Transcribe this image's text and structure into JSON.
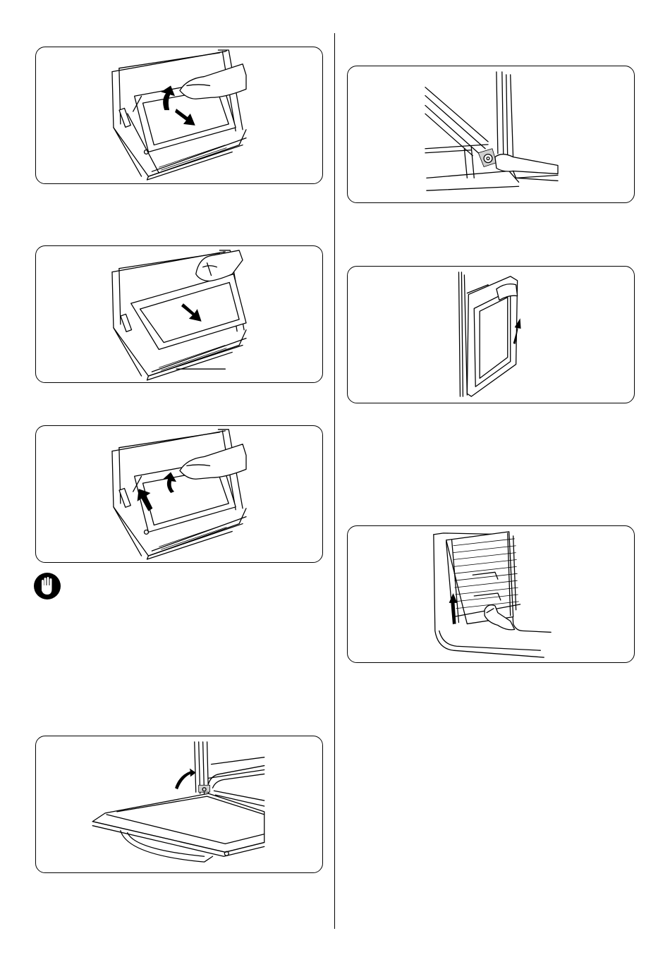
{
  "page": {
    "background": "#ffffff",
    "line_color": "#000000"
  },
  "figures": [
    {
      "id": "fig-remove-glass-clip",
      "icons": [
        "hand-icon",
        "arrow-up-curved-icon",
        "arrow-down-right-icon"
      ]
    },
    {
      "id": "fig-slide-out-glass",
      "icons": [
        "hand-icon",
        "arrow-down-right-icon"
      ]
    },
    {
      "id": "fig-refit-glass-clip",
      "icons": [
        "hand-icon",
        "arrow-up-curved-icon",
        "arrow-up-right-icon"
      ]
    },
    {
      "id": "fig-open-door-hinge",
      "icons": [
        "rotate-arrow-icon"
      ]
    },
    {
      "id": "fig-hinge-lever-detail",
      "icons": []
    },
    {
      "id": "fig-lift-door-off",
      "icons": [
        "arrow-up-icon"
      ]
    },
    {
      "id": "fig-remove-side-rack",
      "icons": [
        "hand-icon",
        "arrow-up-icon"
      ]
    }
  ],
  "warning": {
    "icon": "stop-hand-icon"
  }
}
